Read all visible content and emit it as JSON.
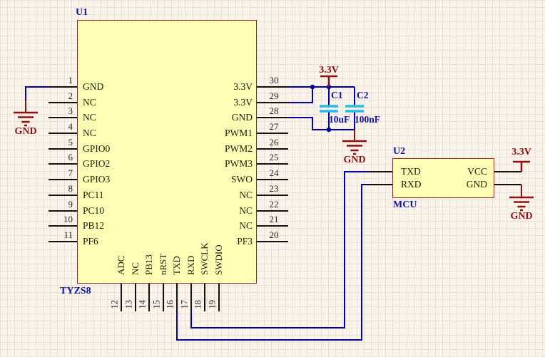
{
  "schematic": {
    "colors": {
      "background": "#faf3ea",
      "wire": "#0000a0",
      "power": "#8b1111",
      "designator": "#1111a8",
      "component_fill": "#ffffb5",
      "component_border": "#8e2f27",
      "antenna": "#1878a8",
      "capacitor_plate": "#29b8e8",
      "pin_text": "#1f1f0a"
    },
    "u1": {
      "refdes": "U1",
      "part": "TYZS8",
      "left_pins": [
        {
          "number": "1",
          "name": "GND"
        },
        {
          "number": "2",
          "name": "NC"
        },
        {
          "number": "3",
          "name": "NC"
        },
        {
          "number": "4",
          "name": "NC"
        },
        {
          "number": "5",
          "name": "GPIO0"
        },
        {
          "number": "6",
          "name": "GPIO2"
        },
        {
          "number": "7",
          "name": "GPIO3"
        },
        {
          "number": "8",
          "name": "PC11"
        },
        {
          "number": "9",
          "name": "PC10"
        },
        {
          "number": "10",
          "name": "PB12"
        },
        {
          "number": "11",
          "name": "PF6"
        }
      ],
      "right_pins": [
        {
          "number": "30",
          "name": "3.3V"
        },
        {
          "number": "29",
          "name": "3.3V"
        },
        {
          "number": "28",
          "name": "GND"
        },
        {
          "number": "27",
          "name": "PWM1"
        },
        {
          "number": "26",
          "name": "PWM2"
        },
        {
          "number": "25",
          "name": "PWM3"
        },
        {
          "number": "24",
          "name": "SWO"
        },
        {
          "number": "23",
          "name": "NC"
        },
        {
          "number": "22",
          "name": "NC"
        },
        {
          "number": "21",
          "name": "NC"
        },
        {
          "number": "20",
          "name": "PF3"
        }
      ],
      "bottom_pins": [
        {
          "number": "12",
          "name": "ADC"
        },
        {
          "number": "13",
          "name": "NC"
        },
        {
          "number": "14",
          "name": "PB13"
        },
        {
          "number": "15",
          "name": "nRST"
        },
        {
          "number": "16",
          "name": "TXD"
        },
        {
          "number": "17",
          "name": "RXD"
        },
        {
          "number": "18",
          "name": "SWCLK"
        },
        {
          "number": "19",
          "name": "SWDIO"
        }
      ]
    },
    "u2": {
      "refdes": "U2",
      "part": "MCU",
      "left_pins": [
        {
          "name": "TXD"
        },
        {
          "name": "RXD"
        }
      ],
      "right_pins": [
        {
          "name": "VCC"
        },
        {
          "name": "GND"
        }
      ]
    },
    "capacitors": [
      {
        "refdes": "C1",
        "value": "10uF"
      },
      {
        "refdes": "C2",
        "value": "100nF"
      }
    ],
    "power": {
      "v33_top": "3.3V",
      "gnd_left": "GND",
      "gnd_mid": "GND",
      "v33_u2": "3.3V",
      "gnd_u2": "GND"
    }
  }
}
